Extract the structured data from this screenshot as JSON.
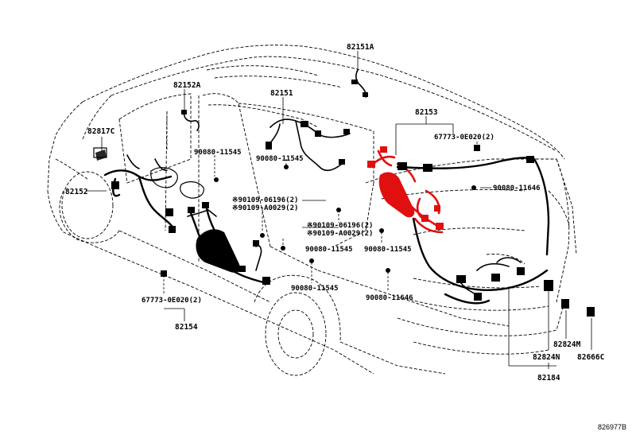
{
  "diagram": {
    "reference_code": "826977B",
    "labels": {
      "p82151A": "82151A",
      "p82152A": "82152A",
      "p82151": "82151",
      "p82153": "82153",
      "p82817C": "82817C",
      "p82152": "82152",
      "clip_top": "67773-0E020(2)",
      "bolt_a": "90080-11545",
      "bolt_b": "90080-11545",
      "bolt_c": "90080-11646",
      "note_a1": "※90109-06196(2)",
      "note_a2": "※90109-A0029(2)",
      "note_b1": "※90109-06196(2)",
      "note_b2": "※90109-A0029(2)",
      "bolt_d": "90080-11545",
      "bolt_e": "90080-11646",
      "bolt_f": "90080-11545",
      "bolt_g": "90080-11545",
      "clip_bottom": "67773-0E020(2)",
      "p82154": "82154",
      "p82824M": "82824M",
      "p82824N": "82824N",
      "p82666C": "82666C",
      "p82184": "82184"
    },
    "colors": {
      "highlight": "#e01010",
      "line": "#000000"
    }
  }
}
